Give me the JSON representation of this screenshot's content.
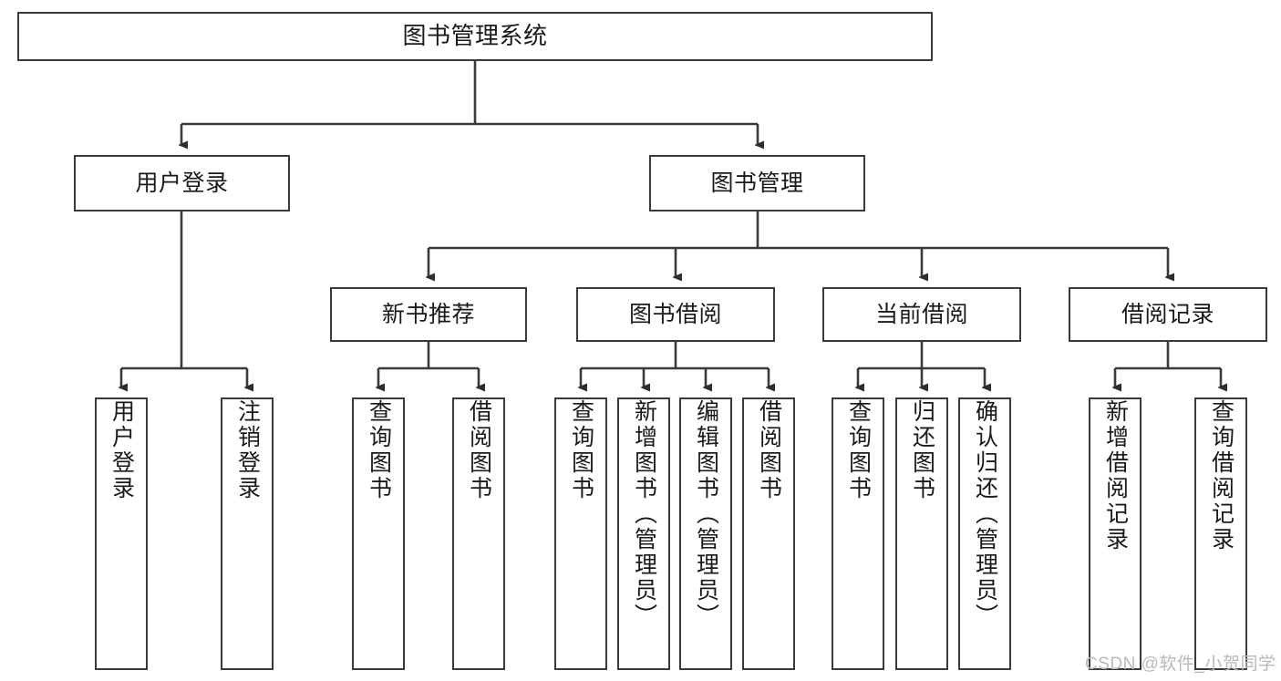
{
  "diagram": {
    "title": "图书管理系统",
    "type": "tree",
    "orientation": "top-down",
    "line_color": "#3a3a3a",
    "box_fill": "#ffffff",
    "text_color": "#1a1a1a",
    "nodes": {
      "root": {
        "label": "图书管理系统"
      },
      "level2": [
        {
          "label": "用户登录"
        },
        {
          "label": "图书管理"
        }
      ],
      "level3": [
        {
          "label": "新书推荐"
        },
        {
          "label": "图书借阅"
        },
        {
          "label": "当前借阅"
        },
        {
          "label": "借阅记录"
        }
      ],
      "leaves": {
        "user_login": [
          {
            "label": "用户登录"
          },
          {
            "label": "注销登录"
          }
        ],
        "new_book": [
          {
            "label": "查询图书"
          },
          {
            "label": "借阅图书"
          }
        ],
        "book_borrow": [
          {
            "label": "查询图书"
          },
          {
            "label": "新增图书（管理员）"
          },
          {
            "label": "编辑图书（管理员）"
          },
          {
            "label": "借阅图书"
          }
        ],
        "current_borrow": [
          {
            "label": "查询图书"
          },
          {
            "label": "归还图书"
          },
          {
            "label": "确认归还（管理员）"
          }
        ],
        "borrow_record": [
          {
            "label": "新增借阅记录"
          },
          {
            "label": "查询借阅记录"
          }
        ]
      }
    }
  },
  "watermark": {
    "text": "CSDN @软件_小贺同学"
  }
}
